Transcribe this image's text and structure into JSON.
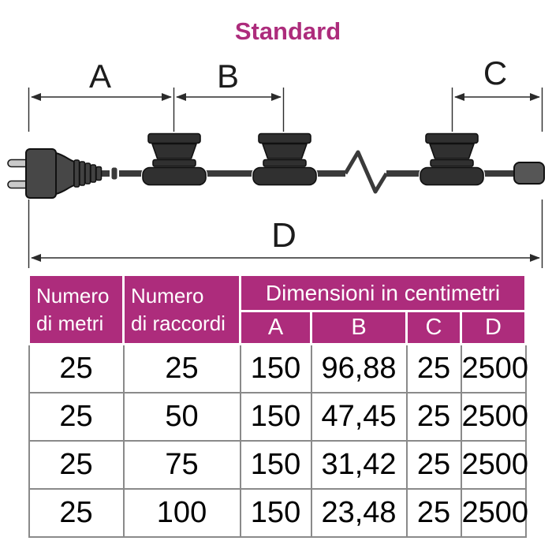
{
  "title": "Standard",
  "colors": {
    "accent_magenta": "#ad2c7c",
    "diagram_dark": "#303030",
    "cable_gray": "#3a3a3a",
    "table_border_gray": "#8a8a8a"
  },
  "diagram": {
    "labels": {
      "a": "A",
      "b": "B",
      "c": "C",
      "d": "D"
    },
    "icons": [
      "power-plug-icon",
      "lamp-socket-icon",
      "cable-break-icon",
      "end-cap-icon",
      "dimension-arrow"
    ]
  },
  "table": {
    "headers": {
      "metri": [
        "Numero",
        "di metri"
      ],
      "raccordi": [
        "Numero",
        "di raccordi"
      ],
      "dimensions_group": "Dimensioni in centimetri",
      "dims": [
        "A",
        "B",
        "C",
        "D"
      ]
    },
    "rows": [
      [
        "25",
        "25",
        "150",
        "96,88",
        "25",
        "2500"
      ],
      [
        "25",
        "50",
        "150",
        "47,45",
        "25",
        "2500"
      ],
      [
        "25",
        "75",
        "150",
        "31,42",
        "25",
        "2500"
      ],
      [
        "25",
        "100",
        "150",
        "23,48",
        "25",
        "2500"
      ]
    ]
  }
}
